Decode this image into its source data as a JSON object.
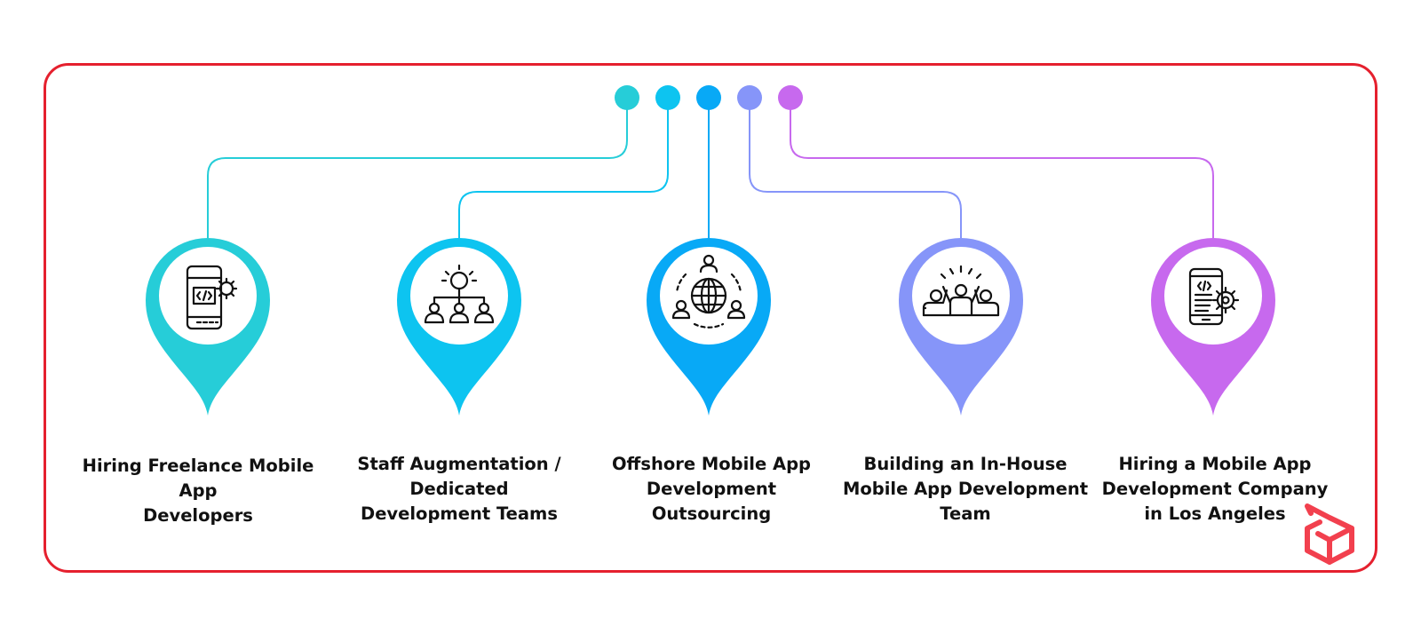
{
  "items": [
    {
      "title_lines": [
        "Hiring Freelance Mobile App",
        "Developers"
      ],
      "color": "#26cdd8",
      "icon": "mobile-code-gear-icon"
    },
    {
      "title_lines": [
        "Staff Augmentation /",
        "Dedicated",
        "Development Teams"
      ],
      "color": "#0dc4f0",
      "icon": "team-hierarchy-icon"
    },
    {
      "title_lines": [
        "Offshore Mobile App",
        "Development",
        "Outsourcing"
      ],
      "color": "#08a9f6",
      "icon": "global-team-icon"
    },
    {
      "title_lines": [
        "Building an In-House",
        "Mobile App Development",
        "Team"
      ],
      "color": "#8695f9",
      "icon": "team-celebration-icon"
    },
    {
      "title_lines": [
        "Hiring a Mobile App",
        "Development Company",
        "in Los Angeles"
      ],
      "color": "#c769ee",
      "icon": "mobile-document-gear-icon"
    }
  ],
  "colors": {
    "frame": "#e5202e",
    "logo": "#f2404e"
  },
  "logo_icon": "cube-logo-icon"
}
